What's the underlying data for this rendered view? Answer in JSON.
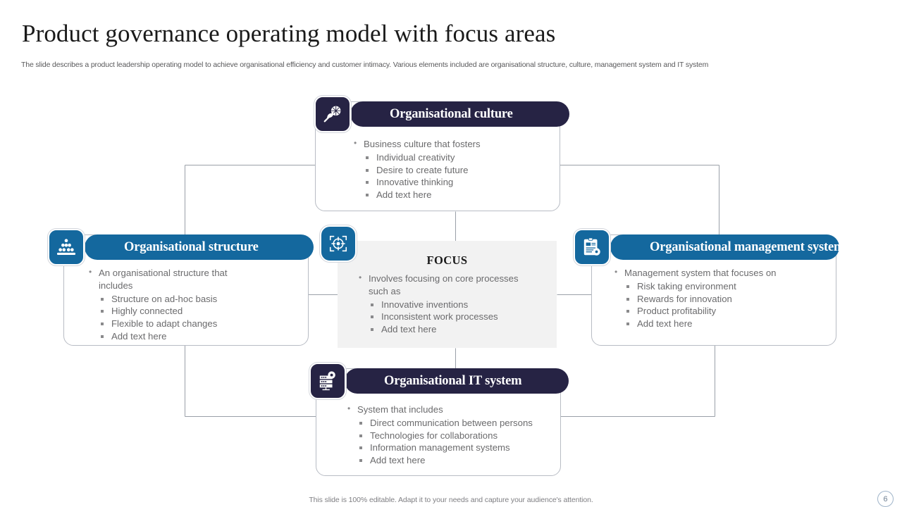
{
  "slide": {
    "title": "Product governance operating model with focus areas",
    "subtitle": "The slide describes a product leadership operating model to achieve organisational efficiency and customer intimacy. Various elements included are organisational structure, culture, management system and IT system",
    "footer_note": "This slide is 100% editable. Adapt it to your needs and capture your audience's attention.",
    "page_number": "6"
  },
  "colors": {
    "navy": "#262344",
    "blue": "#14689E",
    "focus_bg": "#F2F2F2",
    "body_text": "#6b6b6d",
    "connector": "#9aa0a8"
  },
  "cards": {
    "culture": {
      "title": "Organisational culture",
      "icon": "flask-leaf-icon",
      "theme": "navy",
      "lead": "Business culture that fosters",
      "items": [
        "Individual  creativity",
        "Desire to  create future",
        "Innovative  thinking",
        "Add text here"
      ]
    },
    "structure": {
      "title": "Organisational structure",
      "icon": "hierarchy-pyramid-icon",
      "theme": "blue",
      "lead": "An organisational structure that includes",
      "items": [
        "Structure on ad-hoc basis",
        "Highly  connected",
        "Flexible to adapt changes",
        "Add text here"
      ]
    },
    "management": {
      "title": "Organisational management system",
      "icon": "clipboard-gear-icon",
      "theme": "blue",
      "lead": "Management system that focuses on",
      "items": [
        "Risk taking environment",
        "Rewards for innovation",
        "Product profitability",
        "Add text here"
      ]
    },
    "it": {
      "title": "Organisational IT system",
      "icon": "server-gear-icon",
      "theme": "navy",
      "lead": "System that includes",
      "items": [
        "Direct communication between persons",
        "Technologies for collaborations",
        "Information management systems",
        "Add text here"
      ]
    },
    "focus": {
      "title": "FOCUS",
      "icon": "target-crosshair-icon",
      "theme": "blue",
      "lead": "Involves focusing on core processes such as",
      "items": [
        "Innovative  inventions",
        "Inconsistent work processes",
        "Add text here"
      ]
    }
  }
}
